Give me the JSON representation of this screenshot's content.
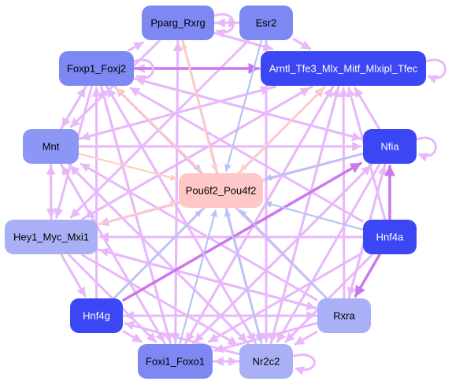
{
  "diagram": {
    "colors": {
      "node_dark": "#3b46f5",
      "node_mid": "#7d88f3",
      "node_light": "#a9b0f5",
      "node_center": "#ffc8c8",
      "edge_violet": "#e8b8fa",
      "edge_magenta": "#cc77ee",
      "edge_blue": "#b4c4f4",
      "edge_peach": "#ffcfbf"
    },
    "nodes": [
      {
        "id": "pparg",
        "label": "Pparg_Rxrg",
        "color": "#7d88f3",
        "text_color": "#000000"
      },
      {
        "id": "esr2",
        "label": "Esr2",
        "color": "#7d88f3",
        "text_color": "#000000"
      },
      {
        "id": "foxp1",
        "label": "Foxp1_Foxj2",
        "color": "#7d88f3",
        "text_color": "#000000"
      },
      {
        "id": "arntl",
        "label": "Arntl_Tfe3_Mlx_Mitf_Mlxipl_Tfec",
        "color": "#3b46f5",
        "text_color": "#ffffff"
      },
      {
        "id": "mnt",
        "label": "Mnt",
        "color": "#8c97f5",
        "text_color": "#000000"
      },
      {
        "id": "nfia",
        "label": "Nfia",
        "color": "#3b46f5",
        "text_color": "#ffffff"
      },
      {
        "id": "pou6f2",
        "label": "Pou6f2_Pou4f2",
        "color": "#ffc8c8",
        "text_color": "#000000"
      },
      {
        "id": "hey1",
        "label": "Hey1_Myc_Mxi1",
        "color": "#a9b0f5",
        "text_color": "#000000"
      },
      {
        "id": "hnf4a",
        "label": "Hnf4a",
        "color": "#3b46f5",
        "text_color": "#ffffff"
      },
      {
        "id": "hnf4g",
        "label": "Hnf4g",
        "color": "#3b46f5",
        "text_color": "#ffffff"
      },
      {
        "id": "rxra",
        "label": "Rxra",
        "color": "#a9b0f5",
        "text_color": "#000000"
      },
      {
        "id": "foxi1",
        "label": "Foxi1_Foxo1",
        "color": "#7d88f3",
        "text_color": "#000000"
      },
      {
        "id": "nr2c2",
        "label": "Nr2c2",
        "color": "#a9b0f5",
        "text_color": "#000000"
      }
    ],
    "edges": [
      {
        "from": "pparg",
        "to": "pou6f2",
        "color": "edge_peach"
      },
      {
        "from": "esr2",
        "to": "pou6f2",
        "color": "edge_blue"
      },
      {
        "from": "foxp1",
        "to": "pou6f2",
        "color": "edge_blue"
      },
      {
        "from": "arntl",
        "to": "pou6f2",
        "color": "edge_peach"
      },
      {
        "from": "mnt",
        "to": "pou6f2",
        "color": "edge_peach"
      },
      {
        "from": "nfia",
        "to": "pou6f2",
        "color": "edge_blue"
      },
      {
        "from": "hey1",
        "to": "pou6f2",
        "color": "edge_peach"
      },
      {
        "from": "hnf4a",
        "to": "pou6f2",
        "color": "edge_blue"
      },
      {
        "from": "hnf4g",
        "to": "pou6f2",
        "color": "edge_blue"
      },
      {
        "from": "rxra",
        "to": "pou6f2",
        "color": "edge_blue"
      },
      {
        "from": "foxi1",
        "to": "pou6f2",
        "color": "edge_blue"
      },
      {
        "from": "nr2c2",
        "to": "pou6f2",
        "color": "edge_blue"
      },
      {
        "from": "pou6f2",
        "to": "arntl",
        "color": "edge_peach"
      },
      {
        "from": "pou6f2",
        "to": "pparg",
        "color": "edge_peach"
      },
      {
        "from": "pou6f2",
        "to": "foxp1",
        "color": "edge_peach"
      },
      {
        "from": "pparg",
        "to": "esr2",
        "color": "edge_violet"
      },
      {
        "from": "esr2",
        "to": "pparg",
        "color": "edge_violet"
      },
      {
        "from": "pparg",
        "to": "arntl",
        "color": "edge_violet"
      },
      {
        "from": "esr2",
        "to": "arntl",
        "color": "edge_violet"
      },
      {
        "from": "foxp1",
        "to": "arntl",
        "color": "edge_magenta"
      },
      {
        "from": "arntl",
        "to": "foxp1",
        "color": "edge_violet"
      },
      {
        "from": "foxp1",
        "to": "pparg",
        "color": "edge_violet"
      },
      {
        "from": "mnt",
        "to": "foxp1",
        "color": "edge_violet"
      },
      {
        "from": "foxp1",
        "to": "mnt",
        "color": "edge_violet"
      },
      {
        "from": "mnt",
        "to": "hey1",
        "color": "edge_violet"
      },
      {
        "from": "hey1",
        "to": "mnt",
        "color": "edge_violet"
      },
      {
        "from": "mnt",
        "to": "arntl",
        "color": "edge_violet"
      },
      {
        "from": "mnt",
        "to": "nfia",
        "color": "edge_violet"
      },
      {
        "from": "nfia",
        "to": "arntl",
        "color": "edge_violet"
      },
      {
        "from": "hnf4a",
        "to": "nfia",
        "color": "edge_magenta"
      },
      {
        "from": "hnf4a",
        "to": "rxra",
        "color": "edge_magenta"
      },
      {
        "from": "hnf4a",
        "to": "foxp1",
        "color": "edge_violet"
      },
      {
        "from": "hnf4a",
        "to": "arntl",
        "color": "edge_violet"
      },
      {
        "from": "hnf4a",
        "to": "hey1",
        "color": "edge_violet"
      },
      {
        "from": "hnf4g",
        "to": "nfia",
        "color": "edge_magenta"
      },
      {
        "from": "hnf4g",
        "to": "foxp1",
        "color": "edge_violet"
      },
      {
        "from": "hnf4g",
        "to": "arntl",
        "color": "edge_violet"
      },
      {
        "from": "hnf4g",
        "to": "foxi1",
        "color": "edge_violet"
      },
      {
        "from": "hey1",
        "to": "hnf4g",
        "color": "edge_violet"
      },
      {
        "from": "hey1",
        "to": "arntl",
        "color": "edge_violet"
      },
      {
        "from": "hey1",
        "to": "nr2c2",
        "color": "edge_violet"
      },
      {
        "from": "hey1",
        "to": "rxra",
        "color": "edge_violet"
      },
      {
        "from": "rxra",
        "to": "foxp1",
        "color": "edge_violet"
      },
      {
        "from": "rxra",
        "to": "arntl",
        "color": "edge_violet"
      },
      {
        "from": "rxra",
        "to": "mnt",
        "color": "edge_violet"
      },
      {
        "from": "rxra",
        "to": "hey1",
        "color": "edge_violet"
      },
      {
        "from": "rxra",
        "to": "nr2c2",
        "color": "edge_violet"
      },
      {
        "from": "rxra",
        "to": "foxi1",
        "color": "edge_violet"
      },
      {
        "from": "nfia",
        "to": "hey1",
        "color": "edge_violet"
      },
      {
        "from": "nfia",
        "to": "foxi1",
        "color": "edge_violet"
      },
      {
        "from": "nfia",
        "to": "nr2c2",
        "color": "edge_violet"
      },
      {
        "from": "nfia",
        "to": "foxp1",
        "color": "edge_violet"
      },
      {
        "from": "foxi1",
        "to": "foxp1",
        "color": "edge_violet"
      },
      {
        "from": "foxi1",
        "to": "arntl",
        "color": "edge_violet"
      },
      {
        "from": "foxi1",
        "to": "pparg",
        "color": "edge_violet"
      },
      {
        "from": "foxi1",
        "to": "mnt",
        "color": "edge_violet"
      },
      {
        "from": "foxi1",
        "to": "nr2c2",
        "color": "edge_violet"
      },
      {
        "from": "foxi1",
        "to": "nfia",
        "color": "edge_violet"
      },
      {
        "from": "nr2c2",
        "to": "foxp1",
        "color": "edge_violet"
      },
      {
        "from": "nr2c2",
        "to": "arntl",
        "color": "edge_violet"
      },
      {
        "from": "nr2c2",
        "to": "mnt",
        "color": "edge_violet"
      },
      {
        "from": "nr2c2",
        "to": "hnf4g",
        "color": "edge_violet"
      },
      {
        "from": "nr2c2",
        "to": "foxi1",
        "color": "edge_violet"
      },
      {
        "from": "foxp1",
        "to": "nfia",
        "color": "edge_violet"
      },
      {
        "from": "foxp1",
        "to": "foxi1",
        "color": "edge_violet"
      },
      {
        "from": "foxp1",
        "to": "nr2c2",
        "color": "edge_violet"
      },
      {
        "from": "foxp1",
        "to": "hey1",
        "color": "edge_violet"
      },
      {
        "from": "arntl",
        "to": "nr2c2",
        "color": "edge_violet"
      },
      {
        "from": "arntl",
        "to": "foxi1",
        "color": "edge_violet"
      },
      {
        "from": "arntl",
        "to": "hey1",
        "color": "edge_violet"
      },
      {
        "from": "arntl",
        "to": "mnt",
        "color": "edge_violet"
      },
      {
        "from": "pparg",
        "to": "foxi1",
        "color": "edge_violet"
      },
      {
        "from": "pparg",
        "to": "nr2c2",
        "color": "edge_violet"
      },
      {
        "from": "pparg",
        "to": "mnt",
        "color": "edge_violet"
      },
      {
        "from": "esr2",
        "to": "hey1",
        "color": "edge_violet"
      },
      {
        "from": "esr2",
        "to": "nr2c2",
        "color": "edge_violet"
      },
      {
        "from": "mnt",
        "to": "nr2c2",
        "color": "edge_violet"
      },
      {
        "from": "mnt",
        "to": "foxi1",
        "color": "edge_violet"
      },
      {
        "from": "hey1",
        "to": "foxi1",
        "color": "edge_violet"
      },
      {
        "from": "hnf4g",
        "to": "rxra",
        "color": "edge_violet"
      },
      {
        "from": "rxra",
        "to": "hnf4g",
        "color": "edge_violet"
      },
      {
        "from": "hnf4a",
        "to": "nr2c2",
        "color": "edge_violet"
      },
      {
        "from": "hnf4a",
        "to": "foxi1",
        "color": "edge_violet"
      },
      {
        "from": "nfia",
        "to": "rxra",
        "color": "edge_violet"
      },
      {
        "from": "rxra",
        "to": "nfia",
        "color": "edge_violet"
      }
    ],
    "self_loops": [
      "pparg",
      "arntl",
      "nfia",
      "nr2c2",
      "foxp1"
    ]
  }
}
